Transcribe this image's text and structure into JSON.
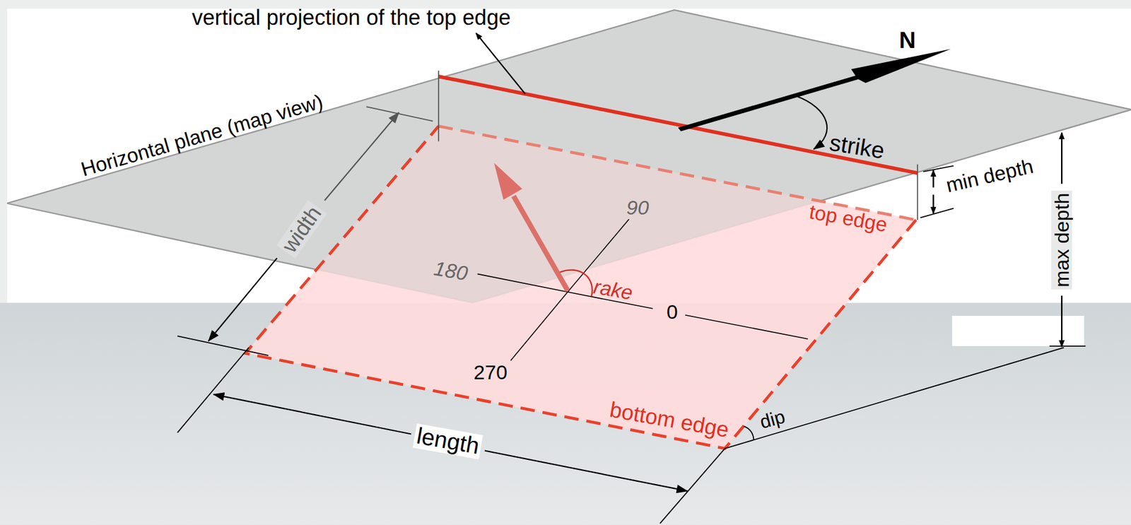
{
  "diagram": {
    "labels": [
      "vertical projection of the top edge",
      "N",
      "Horizontal plane (map view)",
      "strike",
      "min depth",
      "max depth",
      "top edge",
      "width",
      "90",
      "180",
      "rake",
      "0",
      "270",
      "bottom edge",
      "dip",
      "length"
    ]
  }
}
